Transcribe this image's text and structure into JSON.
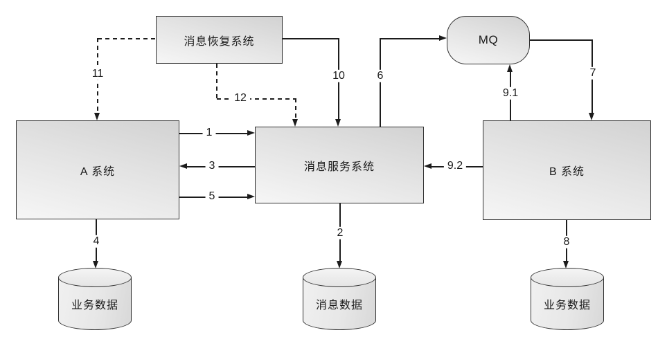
{
  "diagram": {
    "nodes": {
      "recovery": {
        "label": "消息恢复系统",
        "shape": "rect"
      },
      "mq": {
        "label": "MQ",
        "shape": "rounded"
      },
      "system_a": {
        "label": "A 系统",
        "shape": "rect"
      },
      "message_service": {
        "label": "消息服务系统",
        "shape": "rect"
      },
      "system_b": {
        "label": "B 系统",
        "shape": "rect"
      },
      "db_a": {
        "label": "业务数据",
        "shape": "cylinder"
      },
      "db_msg": {
        "label": "消息数据",
        "shape": "cylinder"
      },
      "db_b": {
        "label": "业务数据",
        "shape": "cylinder"
      }
    },
    "edges": {
      "e1": {
        "label": "1",
        "from": "system_a",
        "to": "message_service",
        "style": "solid"
      },
      "e2": {
        "label": "2",
        "from": "message_service",
        "to": "db_msg",
        "style": "solid"
      },
      "e3": {
        "label": "3",
        "from": "message_service",
        "to": "system_a",
        "style": "solid"
      },
      "e4": {
        "label": "4",
        "from": "system_a",
        "to": "db_a",
        "style": "solid"
      },
      "e5": {
        "label": "5",
        "from": "system_a",
        "to": "message_service",
        "style": "solid"
      },
      "e6": {
        "label": "6",
        "from": "message_service",
        "to": "mq",
        "style": "solid"
      },
      "e7": {
        "label": "7",
        "from": "mq",
        "to": "system_b",
        "style": "solid"
      },
      "e8": {
        "label": "8",
        "from": "system_b",
        "to": "db_b",
        "style": "solid"
      },
      "e9_1": {
        "label": "9.1",
        "from": "system_b",
        "to": "mq",
        "style": "solid"
      },
      "e9_2": {
        "label": "9.2",
        "from": "system_b",
        "to": "message_service",
        "style": "solid"
      },
      "e10": {
        "label": "10",
        "from": "recovery",
        "to": "message_service",
        "style": "solid"
      },
      "e11": {
        "label": "11",
        "from": "recovery",
        "to": "system_a",
        "style": "dashed"
      },
      "e12": {
        "label": "12",
        "from": "recovery",
        "to": "message_service",
        "style": "dashed"
      }
    },
    "colors": {
      "background": "#ffffff",
      "node_border": "#2f2f2f",
      "line": "#1c1c1c",
      "node_gradient_top": "#d2d2d2",
      "node_gradient_bottom": "#f6f6f6",
      "text": "#1a1a1a"
    }
  }
}
